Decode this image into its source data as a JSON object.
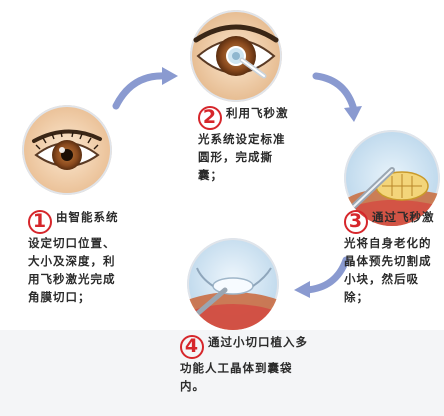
{
  "steps": [
    {
      "number": "1",
      "text": "由智能系统设定切口位置、大小及深度，利用飞秒激光完成角膜切口；"
    },
    {
      "number": "2",
      "text": "利用飞秒激光系统设定标准圆形，完成撕囊；"
    },
    {
      "number": "3",
      "text": "通过飞秒激光将自身老化的晶体预先切割成小块，然后吸除；"
    },
    {
      "number": "4",
      "text": "通过小切口植入多功能人工晶体到囊袋内。"
    }
  ],
  "colors": {
    "number_red": "#d6262b",
    "arrow_blue": "#8a9ad0",
    "iris_brown": "#8a4a1e"
  },
  "icons": [
    "eye-icon",
    "eye-laser-icon",
    "lens-cut-icon",
    "lens-implant-icon",
    "curved-arrow-icon"
  ]
}
